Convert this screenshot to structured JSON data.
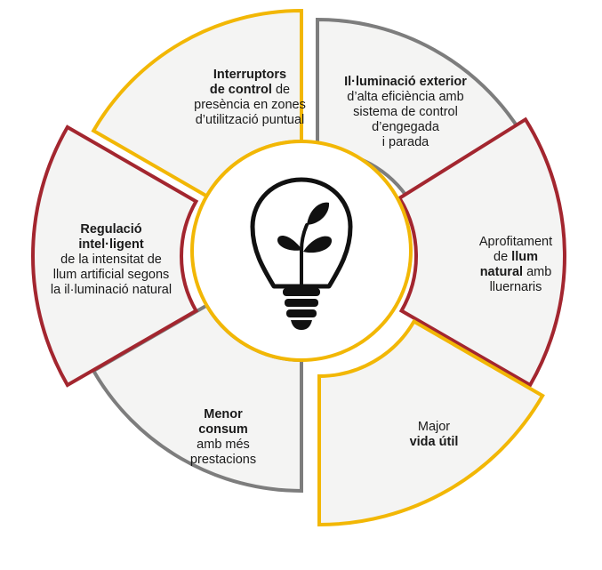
{
  "colors": {
    "yellow": "#f2b705",
    "red": "#a3262f",
    "gray": "#7d7d7d",
    "fill": "#f4f4f3",
    "icon": "#111111"
  },
  "center_icon": "lightbulb-with-plant-icon",
  "segments": [
    {
      "id": "interruptors",
      "border": "yellow",
      "lines": [
        [
          {
            "t": "Interruptors",
            "b": true
          }
        ],
        [
          {
            "t": "de control",
            "b": true
          },
          {
            "t": " de",
            "b": false
          }
        ],
        [
          {
            "t": "presència en zones",
            "b": false
          }
        ],
        [
          {
            "t": "d’utilització puntual",
            "b": false
          }
        ]
      ]
    },
    {
      "id": "illuminacio-exterior",
      "border": "gray",
      "lines": [
        [
          {
            "t": "Il·luminació exterior",
            "b": true
          }
        ],
        [
          {
            "t": "d’alta eficiència amb",
            "b": false
          }
        ],
        [
          {
            "t": "sistema de control",
            "b": false
          }
        ],
        [
          {
            "t": "d’engegada",
            "b": false
          }
        ],
        [
          {
            "t": "i parada",
            "b": false
          }
        ]
      ]
    },
    {
      "id": "aprofitament",
      "border": "red",
      "lines": [
        [
          {
            "t": "Aprofitament",
            "b": false
          }
        ],
        [
          {
            "t": "de ",
            "b": false
          },
          {
            "t": "llum",
            "b": true
          }
        ],
        [
          {
            "t": "natural",
            "b": true
          },
          {
            "t": " amb",
            "b": false
          }
        ],
        [
          {
            "t": "lluernaris",
            "b": false
          }
        ]
      ]
    },
    {
      "id": "vida-util",
      "border": "yellow",
      "lines": [
        [
          {
            "t": "Major",
            "b": false
          }
        ],
        [
          {
            "t": "vida útil",
            "b": true
          }
        ]
      ]
    },
    {
      "id": "menor-consum",
      "border": "gray",
      "lines": [
        [
          {
            "t": "Menor",
            "b": true
          }
        ],
        [
          {
            "t": "consum",
            "b": true
          }
        ],
        [
          {
            "t": "amb més",
            "b": false
          }
        ],
        [
          {
            "t": "prestacions",
            "b": false
          }
        ]
      ]
    },
    {
      "id": "regulacio",
      "border": "red",
      "lines": [
        [
          {
            "t": "Regulació",
            "b": true
          }
        ],
        [
          {
            "t": "intel·ligent",
            "b": true
          }
        ],
        [
          {
            "t": "de la intensitat de",
            "b": false
          }
        ],
        [
          {
            "t": "llum artificial segons",
            "b": false
          }
        ],
        [
          {
            "t": "la il·luminació natural",
            "b": false
          }
        ]
      ]
    }
  ]
}
